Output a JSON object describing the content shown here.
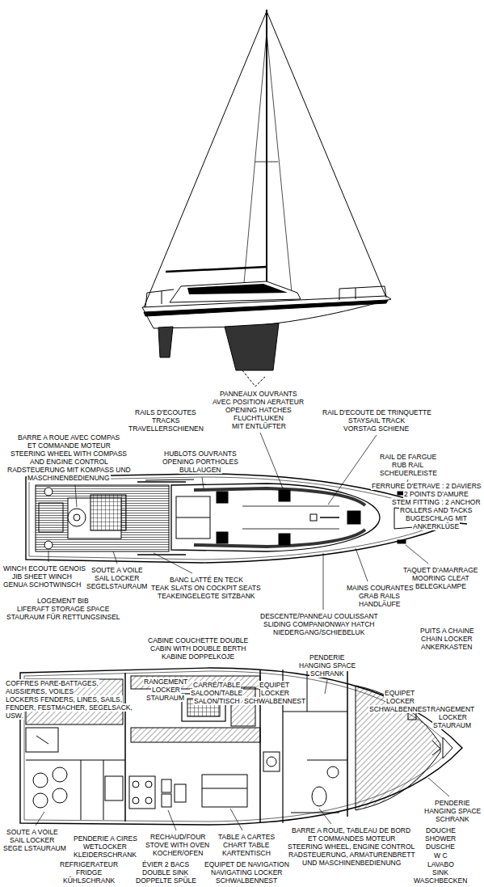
{
  "diagram": {
    "labels": [
      "PANNEAUX OUVRANTS",
      "AVEC POSITION AERATEUR",
      "OPENING HATCHES",
      "FLUCHTLUKEN",
      "MIT ENTLÜFTER",
      "RAILS D'ECOUTES",
      "TRACKS",
      "TRAVELLERSCHIENEN",
      "RAIL D'ECOUTE DE TRINQUETTE",
      "STAYSAIL TRACK",
      "VORSTAG SCHIENE",
      "BARRE A ROUE AVEC COMPAS",
      "ET COMMANDE MOTEUR",
      "STEERING WHEEL WITH COMPASS",
      "AND ENGINE CONTROL",
      "RADSTEUERUNG MIT KOMPASS UND",
      "MASCHINENBEDIENUNG",
      "HUBLOTS OUVRANTS",
      "OPENING PORTHOLES",
      "BULLAUGEN",
      "RAIL DE FARGUE",
      "RUB RAIL",
      "SCHEUERLEISTE",
      "FERRURE D'ETRAVE : 2 DAVIERS",
      "2 POINTS D'AMURE",
      "STEM FITTING : 2 ANCHOR",
      "ROLLERS AND TACKS",
      "BUGESCHLAG MIT",
      "ANKERKLÜSE",
      "TAQUET D'AMARRAGE",
      "MOORING CLEAT",
      "BELEGKLAMPE",
      "WINCH ECOUTE GENOIS",
      "JIB SHEET WINCH",
      "GENUA SCHOTWINSCH",
      "SOUTE A VOILE",
      "SAIL LOCKER",
      "SEGELSTAURAUM",
      "BANC LATTÉ EN TECK",
      "TEAK SLATS ON COCKPIT SEATS",
      "TEAKEINGELEGTE SITZBANK",
      "LOGEMENT BIB",
      "LIFERAFT STORAGE SPACE",
      "STAURAUM FÜR RETTUNGSINSEL",
      "DESCENTE/PANNEAU COULISSANT",
      "SLIDING COMPANIONWAY HATCH",
      "NIEDERGANG/SCHIEBELUK",
      "MAINS COURANTES",
      "GRAB RAILS",
      "HANDLÄUFE",
      "PUITS A CHAINE",
      "CHAIN LOCKER",
      "ANKERKASTEN",
      "CABINE COUCHETTE DOUBLE",
      "CABIN WITH DOUBLE BERTH",
      "KABINE DOPPELKOJE",
      "PENDERIE",
      "HANGING SPACE",
      "SCHRANK",
      "RANGEMENT",
      "LOCKER",
      "STAURAUM",
      "CARRÉ/TABLE",
      "SALOON/TABLE",
      "SALON/TISCH",
      "EQUIPET",
      "LOCKER",
      "SCHWALBENNEST",
      "EQUIPET",
      "LOCKER",
      "SCHWALBENNEST",
      "RANGEMENT",
      "LOCKER",
      "STAURAUM",
      "COFFRES PARE-BATTAGES,",
      "AUSSIERES, VOILES",
      "LOCKERS FENDERS, LINES, SAILS,",
      "FENDER, FESTMACHER, SEGELSACK,",
      "USW.",
      "SOUTE A VOILE",
      "SAIL LOCKER",
      "SEGE LSTAURAUM",
      "PENDERIE A CIRES",
      "WETLOCKER",
      "KLEIDERSCHRANK",
      "REFRIGERATEUR",
      "FRIDGE",
      "KÜHLSCHRANK",
      "RECHAUD/FOUR",
      "STOVE WITH OVEN",
      "KOCHER/OFEN",
      "ÉVIER 2 BACS",
      "DOUBLE SINK",
      "DOPPELTE SPÜLE",
      "TABLE A CARTES",
      "CHART TABLE",
      "KARTENTISCH",
      "EQUIPET DE NAVIGATION",
      "NAVIGATING LOCKER",
      "SCHWALBENNEST",
      "BARRE A ROUE, TABLEAU DE BORD",
      "ET COMMANDES MOTEUR",
      "STEERING WHEEL, ENGINE CONTROL",
      "RADSTEUERUNG, ARMATURENBRETT",
      "UND MASCHINENBEDIENUNG",
      "DOUCHE",
      "SHOWER",
      "DUSCHE",
      "W C",
      "LAVABO",
      "SINK",
      "WASCHBECKEN",
      "PENDERIE",
      "HANGING SPACE",
      "SCHRANK"
    ]
  }
}
